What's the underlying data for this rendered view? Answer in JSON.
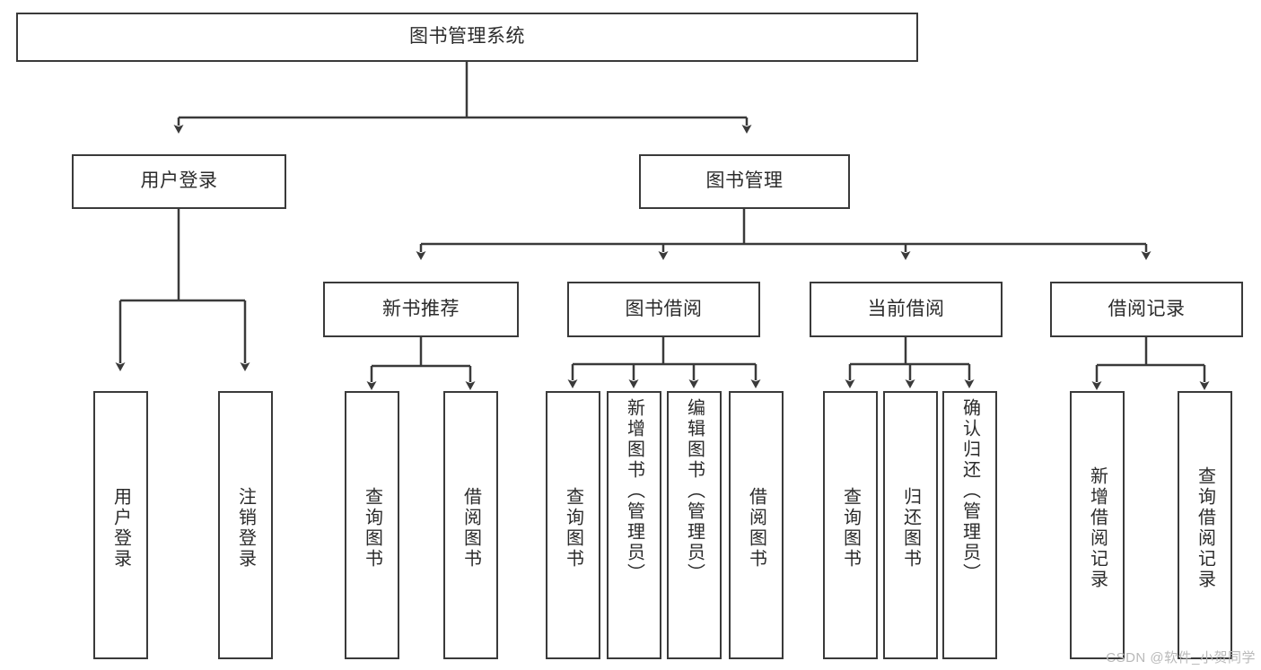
{
  "diagram": {
    "title": "图书管理系统",
    "type": "hierarchy-tree",
    "root": {
      "id": "root",
      "label": "图书管理系统"
    },
    "level2": [
      {
        "id": "user-login",
        "label": "用户登录"
      },
      {
        "id": "book-manage",
        "label": "图书管理"
      }
    ],
    "level3": [
      {
        "id": "new-book-recommend",
        "label": "新书推荐"
      },
      {
        "id": "book-borrow",
        "label": "图书借阅"
      },
      {
        "id": "current-borrow",
        "label": "当前借阅"
      },
      {
        "id": "borrow-record",
        "label": "借阅记录"
      }
    ],
    "leaves": {
      "user-login": [
        {
          "id": "leaf-user-login",
          "label": "用户登录"
        },
        {
          "id": "leaf-logout",
          "label": "注销登录"
        }
      ],
      "new-book-recommend": [
        {
          "id": "leaf-query-book-1",
          "label": "查询图书"
        },
        {
          "id": "leaf-borrow-book-1",
          "label": "借阅图书"
        }
      ],
      "book-borrow": [
        {
          "id": "leaf-query-book-2",
          "label": "查询图书"
        },
        {
          "id": "leaf-add-book",
          "label": "新增图书（管理员）"
        },
        {
          "id": "leaf-edit-book",
          "label": "编辑图书（管理员）"
        },
        {
          "id": "leaf-borrow-book-2",
          "label": "借阅图书"
        }
      ],
      "current-borrow": [
        {
          "id": "leaf-query-book-3",
          "label": "查询图书"
        },
        {
          "id": "leaf-return-book",
          "label": "归还图书"
        },
        {
          "id": "leaf-confirm-return",
          "label": "确认归还（管理员）"
        }
      ],
      "borrow-record": [
        {
          "id": "leaf-add-record",
          "label": "新增借阅记录"
        },
        {
          "id": "leaf-query-record",
          "label": "查询借阅记录"
        }
      ]
    }
  },
  "watermark": {
    "text": "CSDN @软件_小贺同学"
  },
  "colors": {
    "border": "#3a3a3a",
    "text": "#2b2b2b",
    "background": "#ffffff",
    "watermark": "#b9b9b9"
  }
}
